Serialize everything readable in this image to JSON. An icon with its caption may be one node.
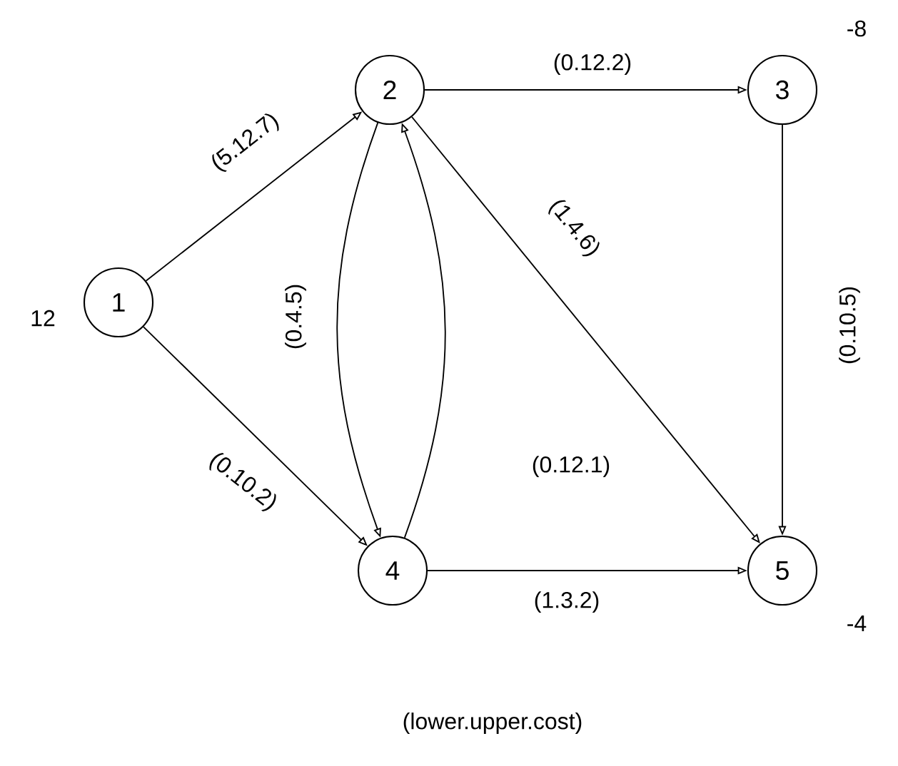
{
  "diagram": {
    "nodes": [
      {
        "text": [
          "1"
        ],
        "beside": [
          "12"
        ]
      },
      {
        "text": [
          "2"
        ]
      },
      {
        "text": [
          "3"
        ],
        "beside": [
          "-8"
        ]
      },
      {
        "text": [
          "4"
        ]
      },
      {
        "text": [
          "5"
        ],
        "beside": [
          "-4"
        ]
      }
    ],
    "edges": [
      {
        "from": 0,
        "to": 1,
        "arrow": "to",
        "label": "(5.12.7)"
      },
      {
        "from": 0,
        "to": 3,
        "arrow": "to",
        "label": "(0.10.2)"
      },
      {
        "from": 1,
        "to": 3,
        "arrow": "to",
        "label": "(0.4.5)"
      },
      {
        "from": 3,
        "to": 1,
        "arrow": "to",
        "label": "(0.12.1)"
      },
      {
        "from": 1,
        "to": 2,
        "arrow": "to",
        "label": "(0.12.2)"
      },
      {
        "from": 1,
        "to": 4,
        "arrow": "to",
        "label": "(1.4.6)"
      },
      {
        "from": 2,
        "to": 4,
        "arrow": "to",
        "label": "(0.10.5)"
      },
      {
        "from": 3,
        "to": 4,
        "arrow": "to",
        "label": "(1.3.2)"
      }
    ],
    "labels": [
      "(lower.upper.cost)"
    ]
  }
}
